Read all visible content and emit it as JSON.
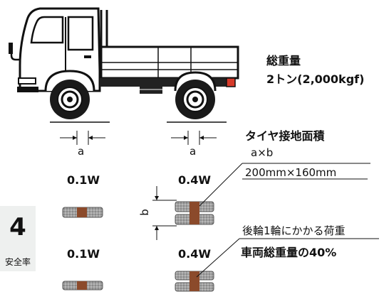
{
  "total_weight": {
    "title": "総重量",
    "value": "2トン(2,000kgf)"
  },
  "contact_area": {
    "title": "タイヤ接地面積",
    "formula": "a×b",
    "dimensions": "200mm×160mm"
  },
  "dimension_labels": {
    "a_front": "a",
    "a_rear": "a",
    "b": "b"
  },
  "loads": {
    "front_top": "0.1W",
    "rear_top": "0.4W",
    "front_bottom": "0.1W",
    "rear_bottom": "0.4W"
  },
  "safety": {
    "number": "4",
    "label": "安全率"
  },
  "rear_load": {
    "title": "後輪1輪にかかる荷重",
    "value": "車両総重量の40%"
  },
  "colors": {
    "truck_body": "#ffffff",
    "truck_outline": "#1a1a1a",
    "chassis": "#222222",
    "tire_tread": "#888888",
    "tire_center": "#8b4a2b",
    "taillight": "#d63a2a",
    "safety_bg": "#eef0ef"
  }
}
